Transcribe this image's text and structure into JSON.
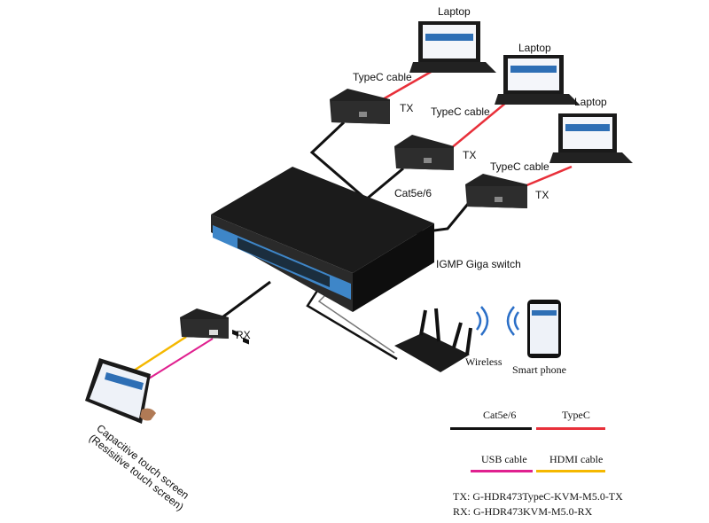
{
  "labels": {
    "laptop1": "Laptop",
    "laptop2": "Laptop",
    "laptop3": "Laptop",
    "typec1": "TypeC cable",
    "typec2": "TypeC cable",
    "typec3": "TypeC cable",
    "tx1": "TX",
    "tx2": "TX",
    "tx3": "TX",
    "cat": "Cat5e/6",
    "switch": "IGMP Giga switch",
    "rx": "RX",
    "wireless": "Wireless",
    "smartphone": "Smart phone",
    "touch1": "Capacitive touch screen",
    "touch2": "(Resisitive touch screen)"
  },
  "legend": {
    "cat": "Cat5e/6",
    "typec": "TypeC",
    "usb": "USB cable",
    "hdmi": "HDMI cable"
  },
  "models": {
    "tx": "TX: G-HDR473TypeC-KVM-M5.0-TX",
    "rx": "RX: G-HDR473KVM-M5.0-RX"
  },
  "colors": {
    "cat": "#111111",
    "typec": "#e8303a",
    "usb": "#e0208f",
    "hdmi": "#f5b800",
    "switch_port_blue": "#3e86c8"
  }
}
